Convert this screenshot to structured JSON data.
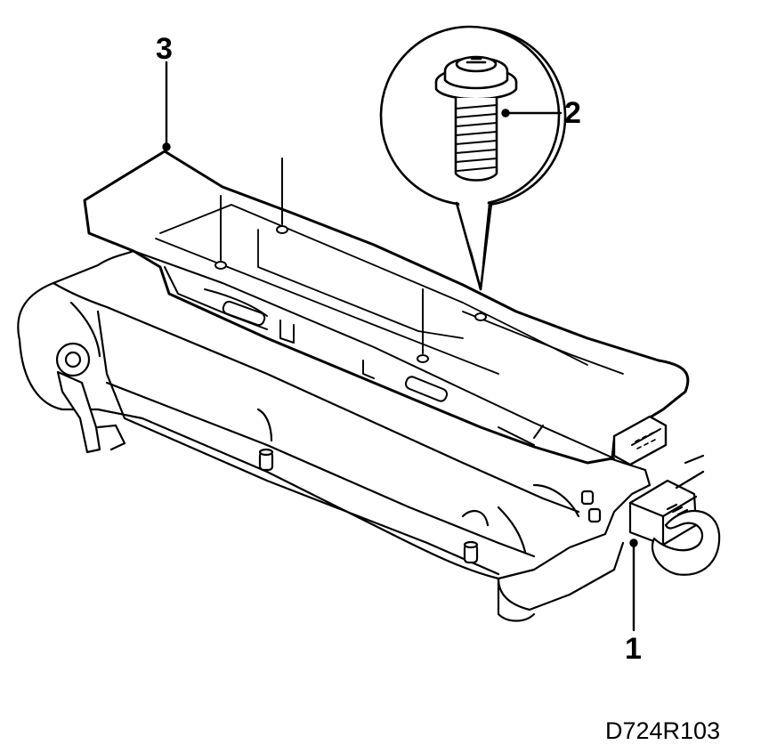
{
  "callouts": {
    "part_1": "1",
    "part_2": "2",
    "part_3": "3"
  },
  "reference_code": "D724R103"
}
